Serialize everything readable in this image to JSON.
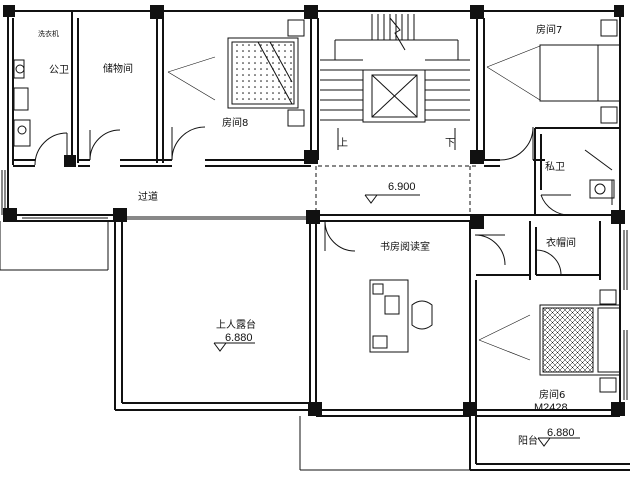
{
  "rooms": {
    "public_wc": "公卫",
    "storage": "储物间",
    "room8": "房间8",
    "room7": "房间7",
    "private_wc": "私卫",
    "corridor": "过道",
    "study": "书房阅读室",
    "closet": "衣帽间",
    "terrace": "上人露台",
    "room6": "房间6",
    "balcony": "阳台"
  },
  "fixtures": {
    "washer_label": "洗衣机"
  },
  "stairs": {
    "up": "上",
    "down": "下"
  },
  "elevations": {
    "corridor": "6.900",
    "terrace": "6.880",
    "balcony": "6.880"
  },
  "door_code": "M2428"
}
